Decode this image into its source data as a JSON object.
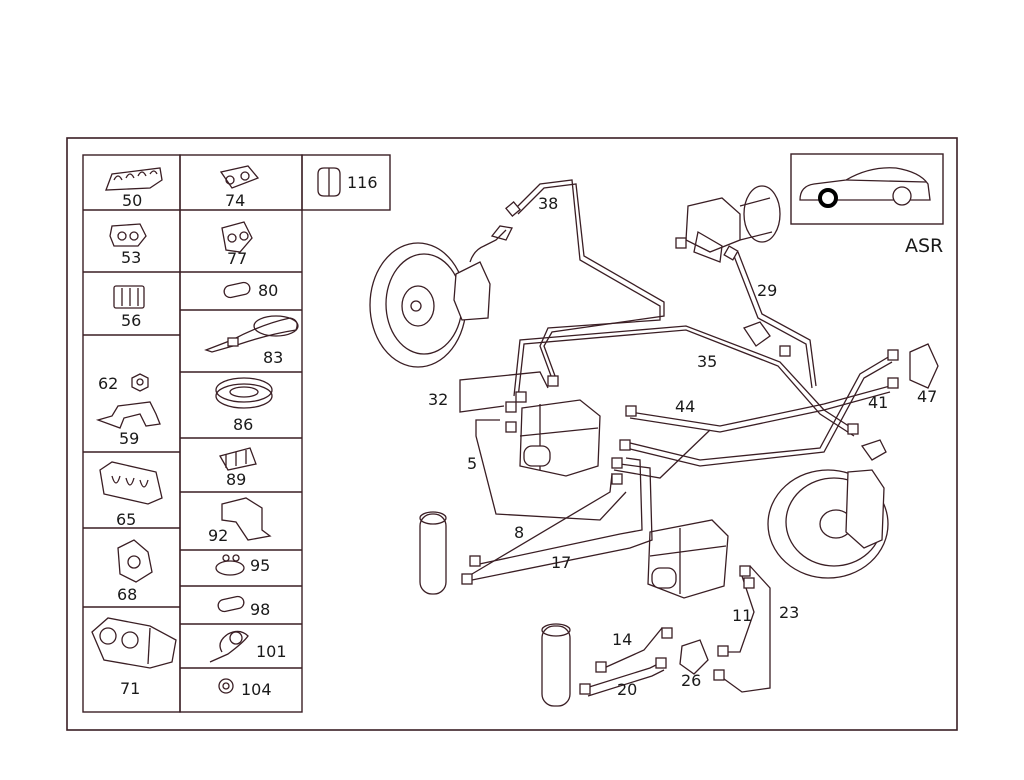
{
  "diagram": {
    "inset_label": "ASR",
    "parts": {
      "p50": "50",
      "p74": "74",
      "p116": "116",
      "p53": "53",
      "p77": "77",
      "p80": "80",
      "p56": "56",
      "p83": "83",
      "p62": "62",
      "p59": "59",
      "p86": "86",
      "p89": "89",
      "p65": "65",
      "p92": "92",
      "p95": "95",
      "p68": "68",
      "p98": "98",
      "p71": "71",
      "p101": "101",
      "p104": "104"
    },
    "callouts": {
      "c38": "38",
      "c29": "29",
      "c35": "35",
      "c32": "32",
      "c44": "44",
      "c41": "41",
      "c47": "47",
      "c5": "5",
      "c8": "8",
      "c17": "17",
      "c11": "11",
      "c23": "23",
      "c14": "14",
      "c26": "26",
      "c20": "20"
    },
    "colors": {
      "ink": "#3a1e24",
      "inset_mark": "#000000"
    }
  }
}
